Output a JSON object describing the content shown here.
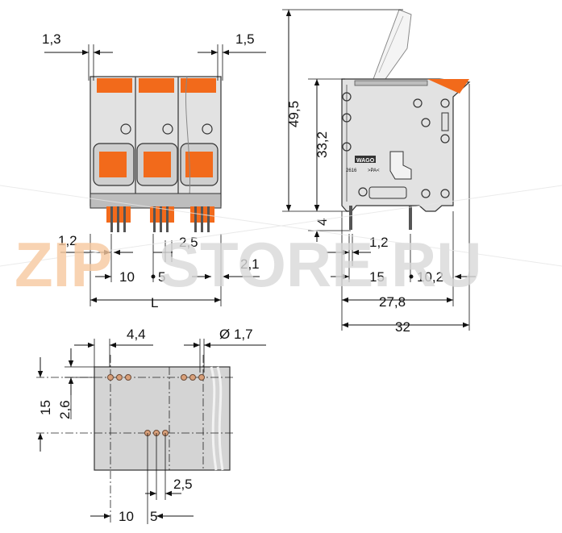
{
  "front_view": {
    "dims": {
      "top_left": "1,3",
      "top_right": "1,5",
      "pin_width": "1,2",
      "pitch_small": "2,5",
      "pitch": "10",
      "offset": "5",
      "right_offset": "2,1",
      "length": "L"
    }
  },
  "side_view": {
    "dims": {
      "total_height": "49,5",
      "body_height": "33,2",
      "pin_length": "4",
      "pin_width": "1,2",
      "pin_offset": "15",
      "pin_to_edge": "10,2",
      "depth": "27,8",
      "total_depth": "32"
    },
    "marking": {
      "brand": "WAGO",
      "part": "2616",
      "material": ">PA<"
    }
  },
  "pcb_layout": {
    "dims": {
      "pitch_44": "4,4",
      "hole_diameter": "Ø 1,7",
      "row_offset_15": "15",
      "row_offset_26": "2,6",
      "pitch_25": "2,5",
      "pitch_10": "10",
      "offset_5": "5"
    }
  },
  "watermark": {
    "text_left": "ZIP",
    "text_right": "STORE.RU"
  },
  "colors": {
    "accent": "#f26a1b",
    "body": "#e2e2e2",
    "watermark_left": "#f7c9a0",
    "watermark_right": "#d9d9d9"
  }
}
